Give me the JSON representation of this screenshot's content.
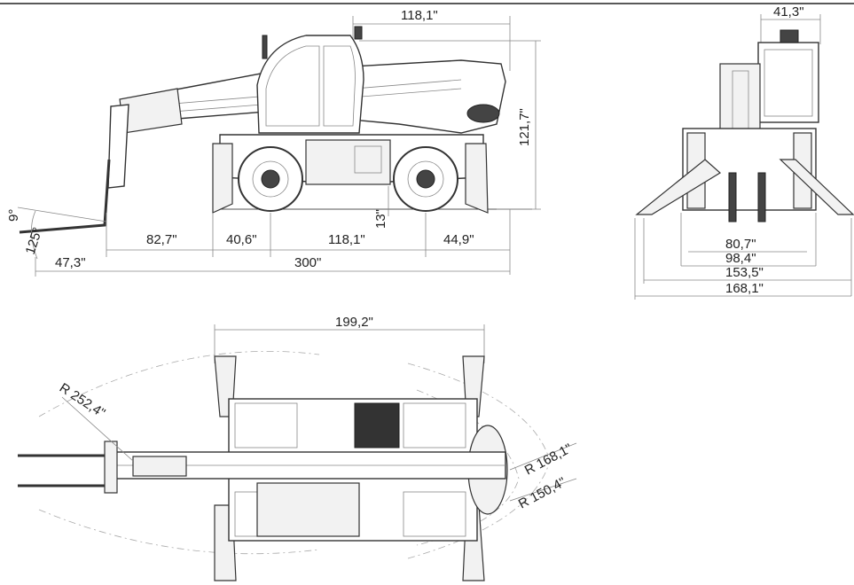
{
  "dimensions": {
    "side_top_width": "118,1\"",
    "side_height": "121,7\"",
    "side_angle_fork_tilt": "9°",
    "side_angle_fork_down": "125°",
    "side_ground_clearance": "13\"",
    "side_d1": "82,7\"",
    "side_d2": "40,6\"",
    "side_d3": "118,1\"",
    "side_d4": "44,9\"",
    "side_front_overhang": "47,3\"",
    "side_total_length": "300\"",
    "front_top_width": "41,3\"",
    "front_w1": "80,7\"",
    "front_w2": "98,4\"",
    "front_w3": "153,5\"",
    "front_w4": "168,1\"",
    "top_total_width": "199,2\"",
    "top_radius_outer": "R  252,4\"",
    "top_radius_mid": "R  168,1\"",
    "top_radius_inner": "R  150,4\""
  }
}
